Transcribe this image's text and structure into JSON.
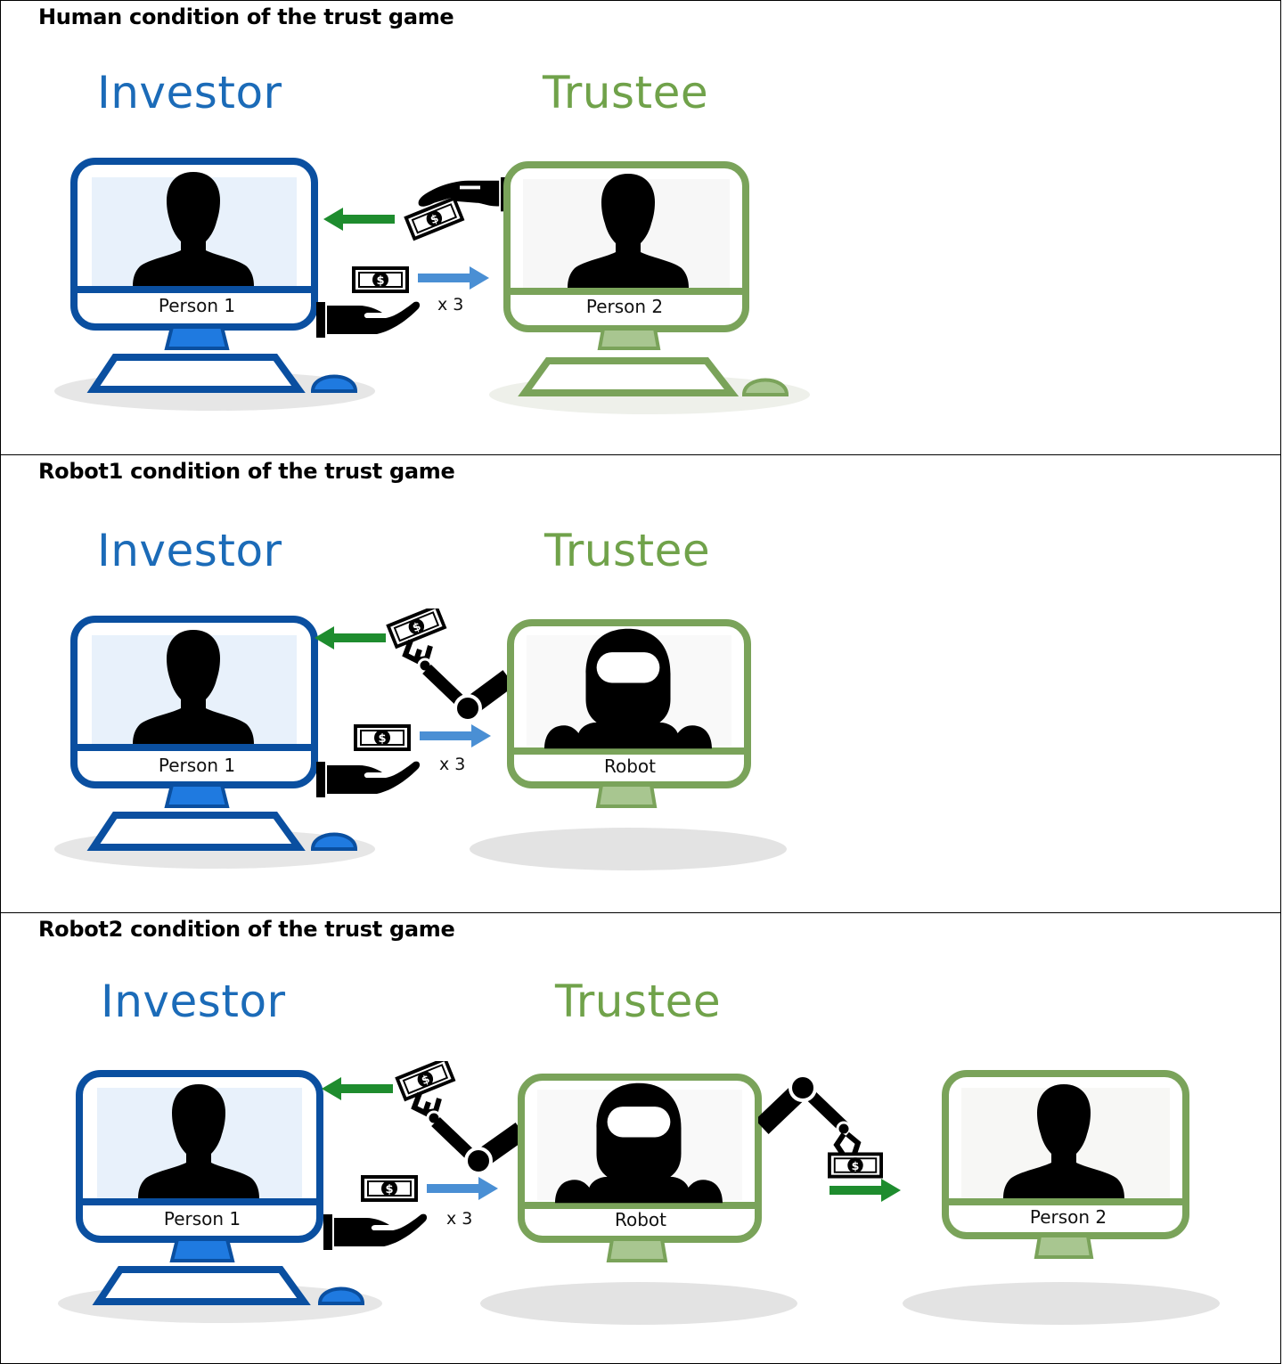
{
  "colors": {
    "investor": "#1b6bb8",
    "investor_frame": "#0a4fa0",
    "investor_accent": "#1f7ae0",
    "trustee": "#70a24a",
    "trustee_frame": "#7aa35a",
    "return_arrow": "#1e8c2e",
    "invest_arrow": "#4a8fd4"
  },
  "panels": [
    {
      "title": "Human condition of the trust game",
      "investor_label": "Investor",
      "trustee_label": "Trustee",
      "investor_screen": "Person 1",
      "trustee_screen": "Person 2",
      "multiplier": "x 3"
    },
    {
      "title": "Robot1 condition of the trust game",
      "investor_label": "Investor",
      "trustee_label": "Trustee",
      "investor_screen": "Person 1",
      "trustee_screen": "Robot",
      "multiplier": "x 3"
    },
    {
      "title": "Robot2 condition of the trust game",
      "investor_label": "Investor",
      "trustee_label": "Trustee",
      "investor_screen": "Person 1",
      "trustee_screen": "Robot",
      "third_screen": "Person 2",
      "multiplier": "x 3"
    }
  ]
}
